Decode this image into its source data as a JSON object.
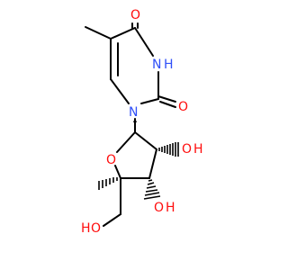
{
  "molecule": {
    "atoms": {
      "o_c4": "O",
      "n3": "N",
      "h_n3": "H",
      "o_c2": "O",
      "n1": "N",
      "o_ring": "O",
      "o_3": "O",
      "h_3": "H",
      "o_4": "O",
      "h_4": "H",
      "o_5": "O",
      "h_5": "H"
    },
    "colors": {
      "oxygen": "#ff0d0d",
      "nitrogen": "#3050f8",
      "bond": "#000000"
    }
  }
}
